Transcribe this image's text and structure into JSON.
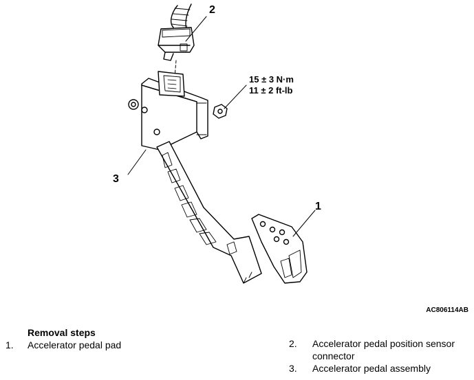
{
  "figure": {
    "callouts": {
      "c1": "1",
      "c2": "2",
      "c3": "3"
    },
    "torque": {
      "metric": "15 ± 3 N·m",
      "imperial": "11 ± 2 ft-lb"
    },
    "code": "AC806114AB"
  },
  "removal": {
    "title": "Removal steps",
    "steps": [
      {
        "num": "1.",
        "text": "Accelerator pedal pad"
      },
      {
        "num": "2.",
        "line1": "Accelerator pedal position sensor",
        "line2": "connector"
      },
      {
        "num": "3.",
        "text": "Accelerator pedal assembly"
      }
    ]
  }
}
